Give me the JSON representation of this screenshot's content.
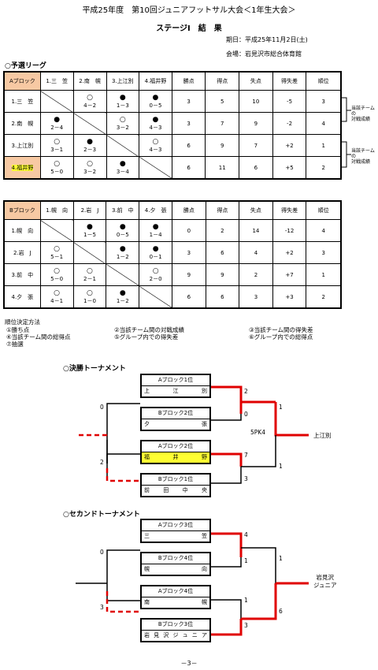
{
  "title": "平成25年度　第10回ジュニアフットサル大会＜1年生大会＞",
  "subtitle": "ステージⅠ　結　果",
  "date": "期日：平成25年11月2日(土)",
  "venue": "会場：岩見沢市総合体育館",
  "prelim_heading": "○予選リーグ",
  "block_a": {
    "headers": [
      "Aブロック",
      "1.三　笠",
      "2.南　幌",
      "3.上江別",
      "4.福井野",
      "勝点",
      "得点",
      "失点",
      "得失差",
      "順位"
    ],
    "rows": [
      {
        "team": "1.三　笠",
        "res": [
          null,
          [
            "○",
            "4－2"
          ],
          [
            "●",
            "1－3"
          ],
          [
            "●",
            "0－5"
          ]
        ],
        "pts": "3",
        "gf": "5",
        "ga": "10",
        "gd": "-5",
        "rank": "3"
      },
      {
        "team": "2.南　幌",
        "res": [
          [
            "●",
            "2－4"
          ],
          null,
          [
            "○",
            "3－2"
          ],
          [
            "●",
            "4－3"
          ]
        ],
        "pts": "3",
        "gf": "7",
        "ga": "9",
        "gd": "-2",
        "rank": "4"
      },
      {
        "team": "3.上江別",
        "res": [
          [
            "○",
            "3－1"
          ],
          [
            "●",
            "2－3"
          ],
          null,
          [
            "○",
            "4－3"
          ]
        ],
        "pts": "6",
        "gf": "9",
        "ga": "7",
        "gd": "+2",
        "rank": "1"
      },
      {
        "team": "4.福井野",
        "res": [
          [
            "○",
            "5－0"
          ],
          [
            "○",
            "3－2"
          ],
          [
            "●",
            "3－4"
          ],
          null
        ],
        "pts": "6",
        "gf": "11",
        "ga": "6",
        "gd": "+5",
        "rank": "2"
      }
    ],
    "notes": [
      "当該チーム\nの\n対戦成績",
      "当該チーム\nの\n対戦成績"
    ]
  },
  "block_b": {
    "headers": [
      "Bブロック",
      "1.幌　向",
      "2.岩　J",
      "3.前　中",
      "4.夕　張",
      "勝点",
      "得点",
      "失点",
      "得失差",
      "順位"
    ],
    "rows": [
      {
        "team": "1.幌　向",
        "res": [
          null,
          [
            "●",
            "1－5"
          ],
          [
            "●",
            "0－5"
          ],
          [
            "●",
            "1－4"
          ]
        ],
        "pts": "0",
        "gf": "2",
        "ga": "14",
        "gd": "-12",
        "rank": "4"
      },
      {
        "team": "2.岩　J",
        "res": [
          [
            "○",
            "5－1"
          ],
          null,
          [
            "●",
            "1－2"
          ],
          [
            "●",
            "0－1"
          ]
        ],
        "pts": "3",
        "gf": "6",
        "ga": "4",
        "gd": "+2",
        "rank": "3"
      },
      {
        "team": "3.前　中",
        "res": [
          [
            "○",
            "5－0"
          ],
          [
            "○",
            "2－1"
          ],
          null,
          [
            "○",
            "2－0"
          ]
        ],
        "pts": "9",
        "gf": "9",
        "ga": "2",
        "gd": "+7",
        "rank": "1"
      },
      {
        "team": "4.夕　張",
        "res": [
          [
            "○",
            "4－1"
          ],
          [
            "○",
            "1－0"
          ],
          [
            "●",
            "1－2"
          ],
          null
        ],
        "pts": "6",
        "gf": "6",
        "ga": "3",
        "gd": "+3",
        "rank": "2"
      }
    ]
  },
  "rules_heading": "順位決定方法",
  "rules": [
    "①勝ち点",
    "②当該チーム間の対戦成績",
    "③当該チーム間の得失差",
    "④当該チーム間の総得点",
    "⑤グループ内での得失差",
    "⑥グループ内での総得点",
    "⑦抽選"
  ],
  "final": {
    "heading": "○決勝トーナメント",
    "boxes": [
      {
        "label": "Aブロック1位",
        "name": [
          "上",
          "江",
          "別"
        ]
      },
      {
        "label": "Bブロック2位",
        "name": [
          "夕",
          "張"
        ]
      },
      {
        "label": "Aブロック2位",
        "name": [
          "福",
          "井",
          "野"
        ]
      },
      {
        "label": "Bブロック1位",
        "name": [
          "前",
          "田",
          "中",
          "央"
        ]
      }
    ],
    "scores": {
      "s1": "2",
      "s2": "0",
      "s3": "7",
      "s4": "3",
      "semi1": "1",
      "semi2": "1",
      "final_l": "0",
      "final_r": "2",
      "pk": "5PK4"
    },
    "winner": "上江別"
  },
  "second": {
    "heading": "○セカンドトーナメント",
    "boxes": [
      {
        "label": "Aブロック3位",
        "name": [
          "三",
          "笠"
        ]
      },
      {
        "label": "Bブロック4位",
        "name": [
          "幌",
          "向"
        ]
      },
      {
        "label": "Aブロック4位",
        "name": [
          "南",
          "幌"
        ]
      },
      {
        "label": "Bブロック3位",
        "name": [
          "岩",
          "見",
          "沢",
          "ジ",
          "ュ",
          "ニ",
          "ア"
        ]
      }
    ],
    "scores": {
      "s1": "4",
      "s2": "1",
      "s3": "1",
      "s4": "3",
      "semi1": "1",
      "semi2": "6",
      "final_l": "0",
      "final_r": "3"
    },
    "winner": "岩見沢\nジュニア"
  },
  "page_no": "－3－"
}
